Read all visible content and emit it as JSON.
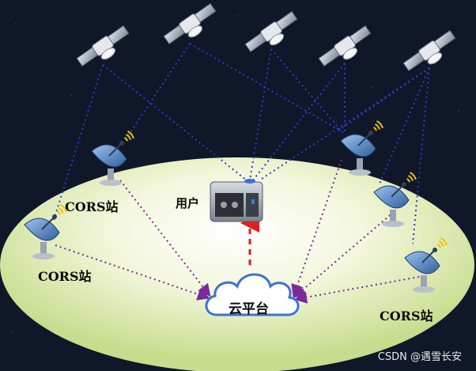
{
  "diagram": {
    "nodes": {
      "user_label": "用户",
      "cloud_label": "云平台",
      "cors_label": "CORS站"
    },
    "watermark": "CSDN @遇雪长安",
    "colors": {
      "background": "#0f1729",
      "ellipse_fill": "#eef4c8",
      "satellite_link": "#2f3cc6",
      "cloud_link": "#7a2a9a",
      "data_link": "#e02020",
      "cloud_outline": "#3b73d6",
      "signal": "#f2c200"
    }
  }
}
